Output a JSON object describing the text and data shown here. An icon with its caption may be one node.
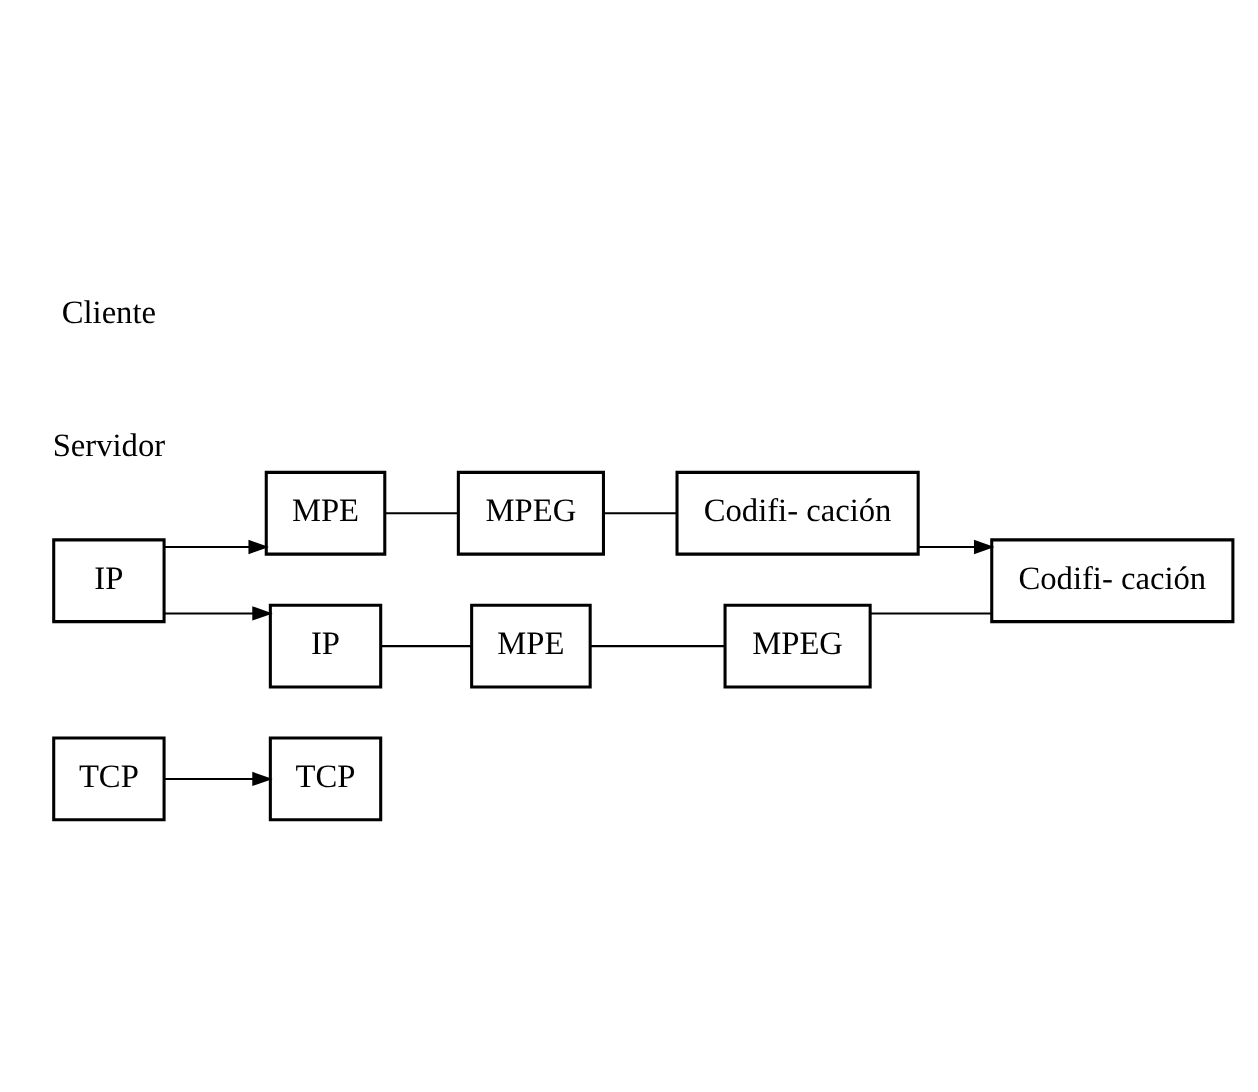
{
  "diagram": {
    "nodes": [
      {
        "text": [
          "TCP"
        ]
      },
      {
        "text": [
          "IP"
        ]
      },
      {
        "text": [
          "MPE"
        ]
      },
      {
        "text": [
          "MPEG"
        ]
      },
      {
        "text": [
          "Codifi- cación"
        ]
      },
      {
        "text": [
          "TCP"
        ]
      },
      {
        "text": [
          "IP"
        ]
      },
      {
        "text": [
          "MPE"
        ]
      },
      {
        "text": [
          "MPEG"
        ]
      },
      {
        "text": [
          "Codifi- cación"
        ]
      }
    ],
    "edges": [
      {
        "from": 0,
        "to": 5,
        "arrow": "to"
      },
      {
        "from": 1,
        "to": 6,
        "arrow": "to"
      },
      {
        "from": 1,
        "to": 2,
        "arrow": "to"
      },
      {
        "from": 2,
        "to": 3,
        "arrow": "none"
      },
      {
        "from": 3,
        "to": 4,
        "arrow": "none"
      },
      {
        "from": 4,
        "to": 9,
        "arrow": "to"
      },
      {
        "from": 6,
        "to": 7,
        "arrow": "none"
      },
      {
        "from": 7,
        "to": 8,
        "arrow": "none"
      },
      {
        "from": 8,
        "to": 9,
        "arrow": "none"
      }
    ],
    "labels": [
      "Servidor",
      "Cliente"
    ]
  }
}
